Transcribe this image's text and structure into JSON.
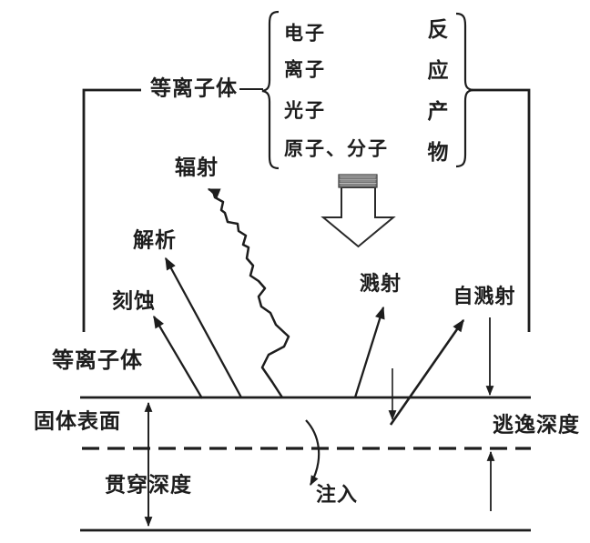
{
  "colors": {
    "background": "#ffffff",
    "ink": "#1d1d1d"
  },
  "plasma_source": {
    "label": "等离子体",
    "species": [
      "电子",
      "离子",
      "光子",
      "原子、分子"
    ],
    "products_chars": [
      "反",
      "应",
      "产",
      "物"
    ]
  },
  "processes": {
    "radiation": "辐射",
    "desorption": "解析",
    "etching": "刻蚀",
    "plasma_near_surface": "等离子体",
    "sputtering": "溅射",
    "self_sputtering": "自溅射",
    "implantation": "注入"
  },
  "regions": {
    "solid_surface": "固体表面",
    "penetration_depth": "贯穿深度",
    "escape_depth": "逃逸深度"
  }
}
